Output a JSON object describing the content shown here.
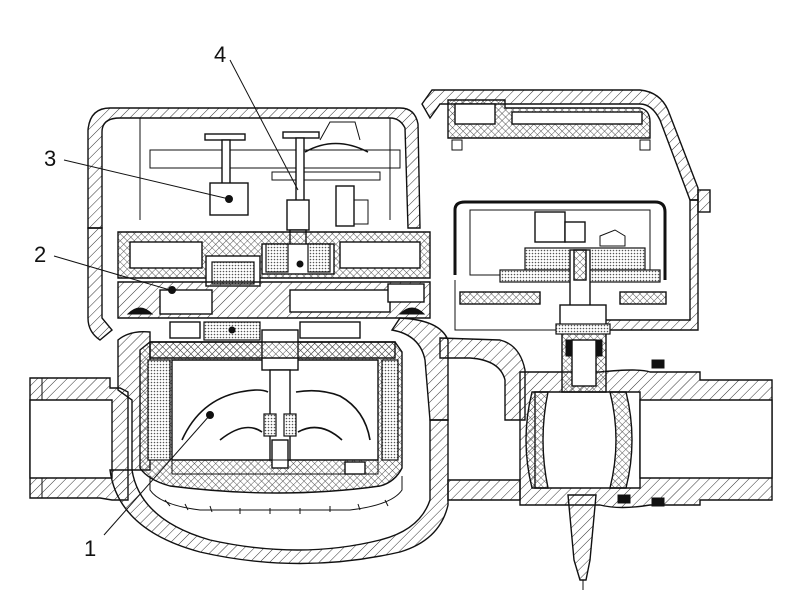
{
  "diagram": {
    "callouts": [
      {
        "id": "1",
        "text": "1"
      },
      {
        "id": "2",
        "text": "2"
      },
      {
        "id": "3",
        "text": "3"
      },
      {
        "id": "4",
        "text": "4"
      }
    ],
    "colors": {
      "line": "#111111",
      "background": "#ffffff"
    }
  }
}
